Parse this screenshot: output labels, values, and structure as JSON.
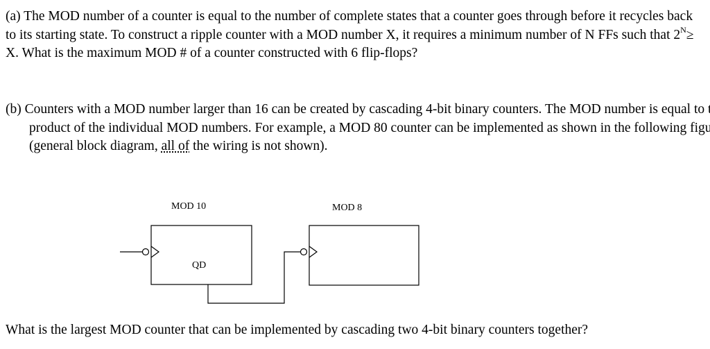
{
  "part_a": {
    "text_before_sup": "(a) The MOD number of a counter is equal to the number of complete states that a counter goes through before it recycles back to its starting state. To construct a ripple counter with a MOD number X, it requires a minimum number of N FFs such that 2",
    "sup": "N",
    "text_after_sup": "≥ X.  What is the maximum MOD # of a counter constructed with 6 flip-flops?"
  },
  "part_b": {
    "text_before_underline": "(b) Counters with a MOD number larger than 16 can be created by cascading 4-bit binary counters. The MOD number is equal to the product of the individual MOD numbers. For example, a MOD 80 counter can be implemented as shown in the following figure (general block diagram, ",
    "underlined": "all of",
    "text_after_underline": " the wiring is not shown)."
  },
  "diagram": {
    "block1_label": "MOD 10",
    "block1_output": "QD",
    "block2_label": "MOD 8"
  },
  "question": "What is the largest MOD counter that can be implemented by cascading two 4-bit binary counters together?"
}
